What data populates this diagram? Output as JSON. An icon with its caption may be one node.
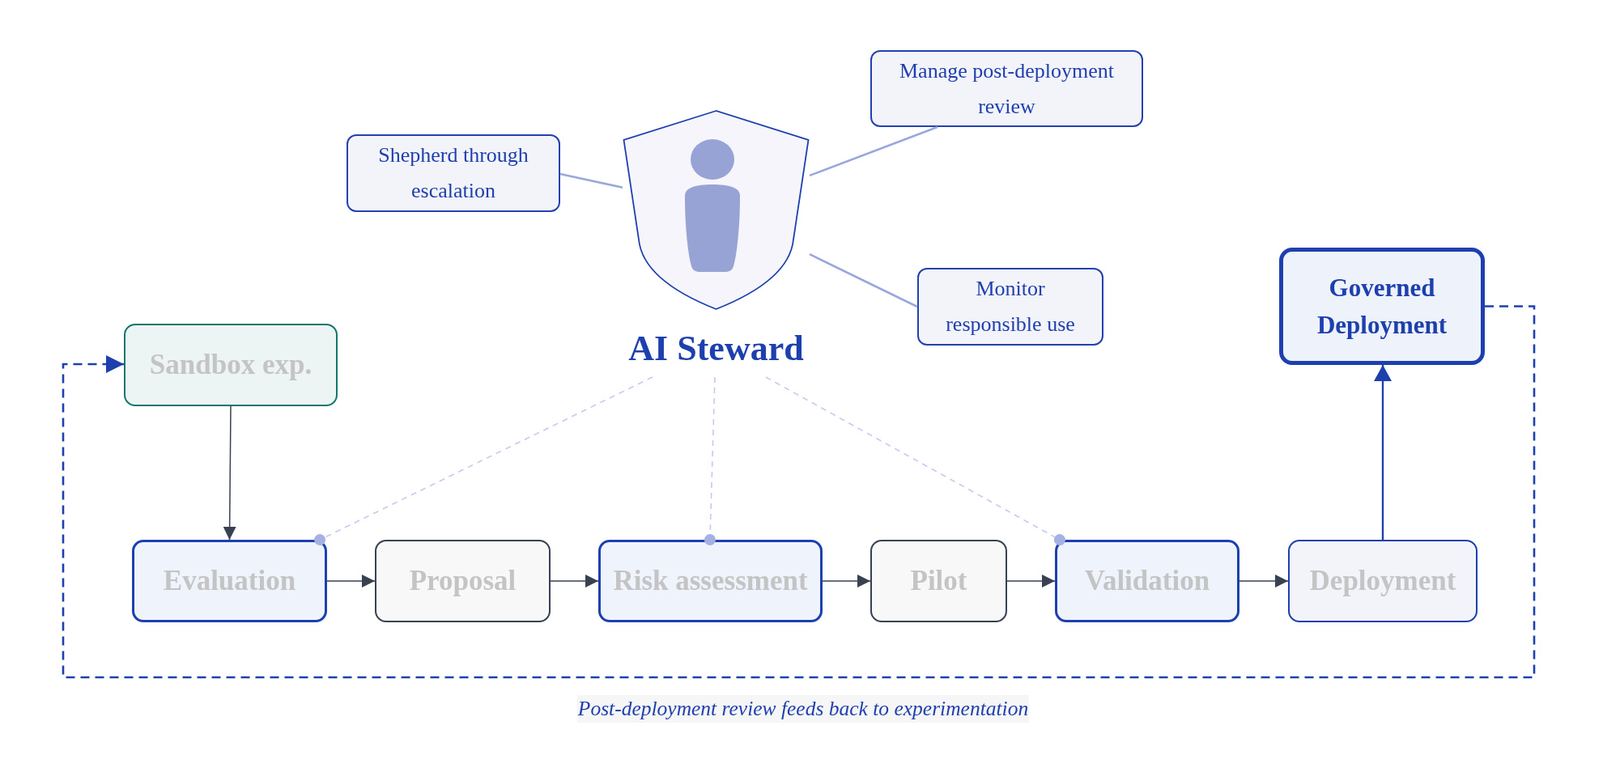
{
  "diagram": {
    "nodes": [
      {
        "text": [
          "Manage post-deployment review"
        ]
      },
      {
        "text": [
          "Shepherd through escalation"
        ]
      },
      {
        "text": [
          "AI Steward"
        ]
      },
      {
        "text": [
          "Monitor responsible use"
        ]
      },
      {
        "text": [
          "Governed Deployment"
        ]
      },
      {
        "text": [
          "Sandbox exp."
        ]
      },
      {
        "text": [
          "Evaluation"
        ]
      },
      {
        "text": [
          "Proposal"
        ]
      },
      {
        "text": [
          "Risk assessment"
        ]
      },
      {
        "text": [
          "Pilot"
        ]
      },
      {
        "text": [
          "Validation"
        ]
      },
      {
        "text": [
          "Deployment"
        ]
      }
    ],
    "edges": [
      {
        "from": 1,
        "to": 2,
        "arrow": "none",
        "color": "#9aa7dc"
      },
      {
        "from": 0,
        "to": 2,
        "arrow": "none",
        "color": "#9aa7dc"
      },
      {
        "from": 3,
        "to": 2,
        "arrow": "none",
        "color": "#9aa7dc"
      },
      {
        "from": 2,
        "to": 6,
        "arrow": "other",
        "style": "dashed",
        "color": "#c3cbef"
      },
      {
        "from": 2,
        "to": 8,
        "arrow": "other",
        "style": "dashed",
        "color": "#c3cbef"
      },
      {
        "from": 2,
        "to": 10,
        "arrow": "other",
        "style": "dashed",
        "color": "#c3cbef"
      },
      {
        "from": 5,
        "to": 6,
        "arrow": "to"
      },
      {
        "from": 6,
        "to": 7,
        "arrow": "to"
      },
      {
        "from": 7,
        "to": 8,
        "arrow": "to"
      },
      {
        "from": 8,
        "to": 9,
        "arrow": "to"
      },
      {
        "from": 9,
        "to": 10,
        "arrow": "to"
      },
      {
        "from": 10,
        "to": 11,
        "arrow": "to"
      },
      {
        "from": 11,
        "to": 4,
        "arrow": "to",
        "color": "#1e40af"
      },
      {
        "from": 4,
        "to": 5,
        "arrow": "to",
        "style": "dashed",
        "color": "#1e40af",
        "label": "Post-deployment review feeds back to experimentation"
      }
    ]
  }
}
